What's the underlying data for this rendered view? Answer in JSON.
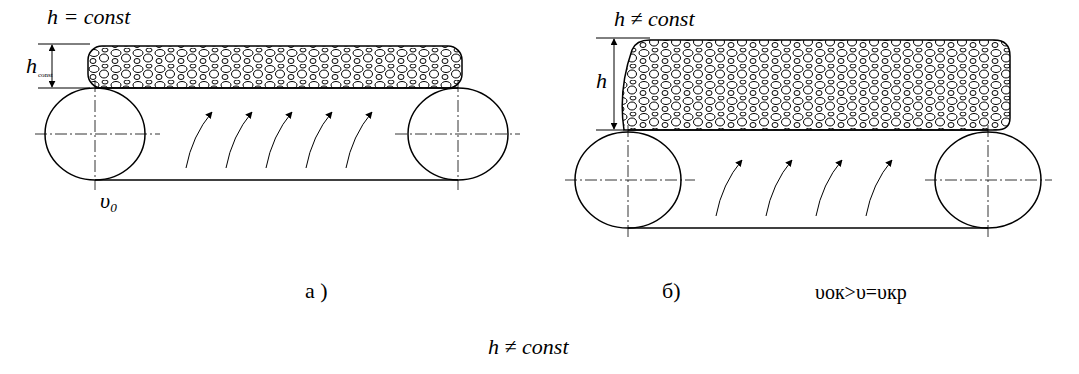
{
  "diagram": {
    "labels": [
      "h = const",
      "h",
      "const",
      "υ₀",
      "а )",
      "h ≠ const",
      "h",
      "б)",
      "υок>υ=υкр",
      "h ≠ const"
    ]
  }
}
